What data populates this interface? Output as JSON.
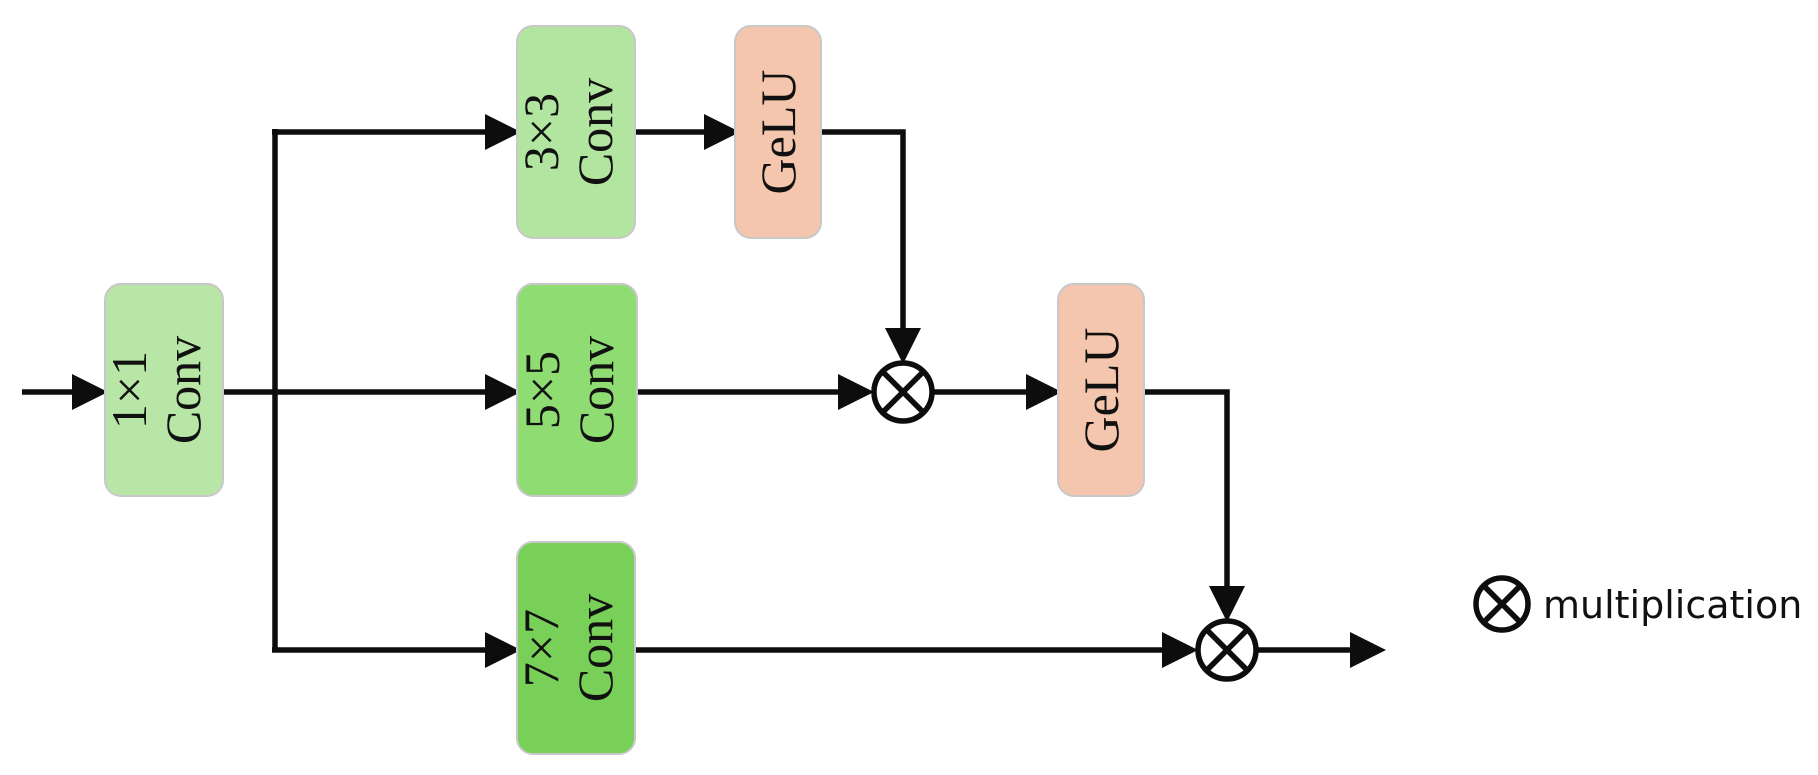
{
  "colors": {
    "conv1": "#b8e6a6",
    "conv3": "#b2e59f",
    "conv5": "#8fdc72",
    "conv7": "#78d058",
    "gelu": "#f4c6ad",
    "line": "#0d0d0d"
  },
  "blocks": {
    "conv1x1": {
      "kernel": "1×1",
      "op": "Conv"
    },
    "conv3x3": {
      "kernel": "3×3",
      "op": "Conv"
    },
    "conv5x5": {
      "kernel": "5×5",
      "op": "Conv"
    },
    "conv7x7": {
      "kernel": "7×7",
      "op": "Conv"
    },
    "gelu_top": {
      "op": "GeLU"
    },
    "gelu_mid": {
      "op": "GeLU"
    }
  },
  "legend": {
    "symbol_icon": "multiplication-icon",
    "label": "multiplication"
  }
}
